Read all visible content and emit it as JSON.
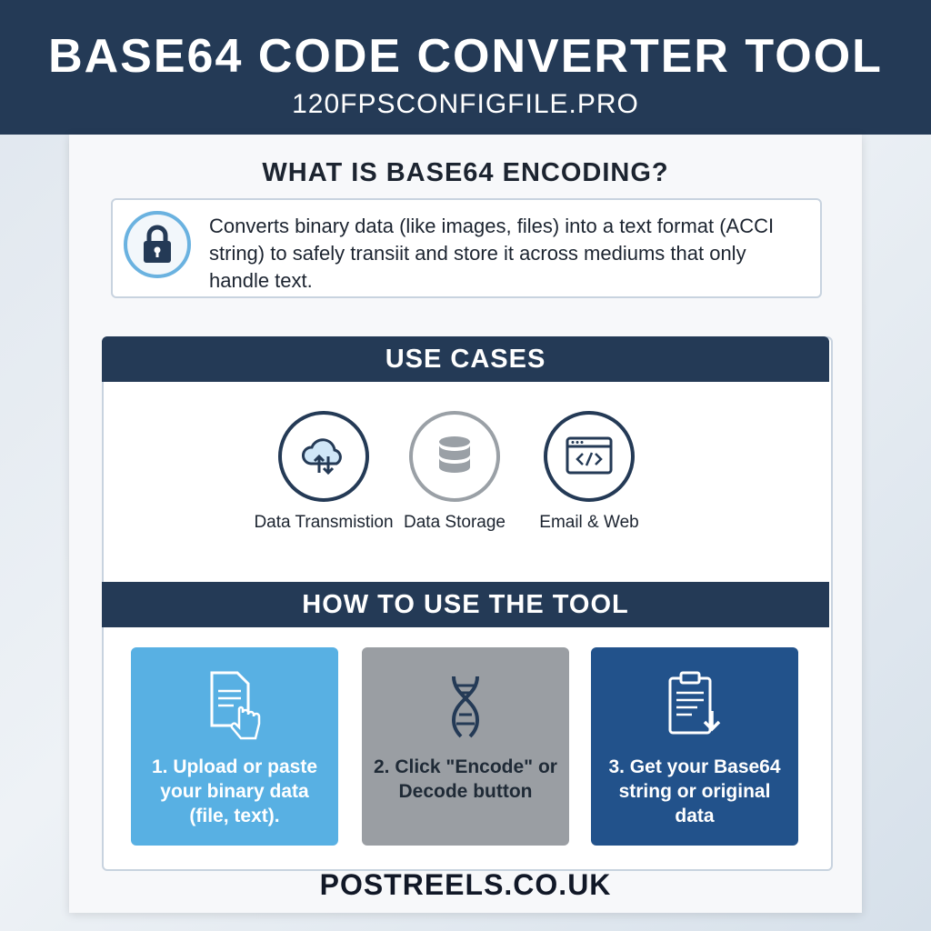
{
  "header": {
    "title": "BASE64 CODE CONVERTER TOOL",
    "subtitle": "120FPSCONFIGFILE.PRO"
  },
  "what_is": {
    "heading": "WHAT IS BASE64 ENCODING?",
    "description": "Converts binary data (like images,  files) into a text format (ACCI string) to safely transiit and store it across mediums that only handle text.",
    "icon": "lock-icon"
  },
  "use_cases": {
    "heading": "USE CASES",
    "items": [
      {
        "label": "Data Transmistion",
        "icon": "cloud-sync-icon"
      },
      {
        "label": "Data Storage",
        "icon": "database-icon"
      },
      {
        "label": "Email & Web",
        "icon": "browser-code-icon"
      }
    ]
  },
  "how_to": {
    "heading": "HOW TO USE THE TOOL",
    "steps": [
      {
        "text": "1. Upload or paste your binary data (file, text).",
        "icon": "document-tap-icon"
      },
      {
        "text": "2. Click \"Encode\" or Decode button",
        "icon": "dna-icon"
      },
      {
        "text": "3. Get your Base64 string or original data",
        "icon": "clipboard-download-icon"
      }
    ]
  },
  "footer": {
    "site": "POSTREELS.CO.UK"
  },
  "colors": {
    "navy": "#243a56",
    "light_blue": "#58b0e3",
    "grey": "#9a9ea3",
    "dark_blue": "#22528b"
  }
}
